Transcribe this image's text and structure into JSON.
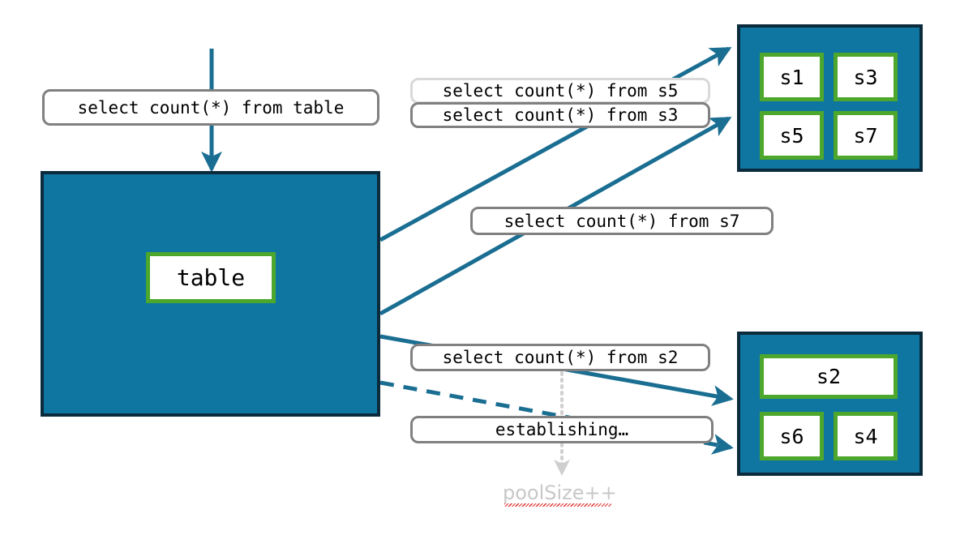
{
  "diagram": {
    "title": "database shard connection pool query routing",
    "colors": {
      "pool_fill": "#0e76a0",
      "pool_border": "#0b2b3c",
      "shard_border": "#4ca72c",
      "label_border": "#808080",
      "label_border_light": "#d9d9d9",
      "arrow": "#1a6e92",
      "dotted_arrow": "#d0d0d0",
      "faded_text": "#c8c8c8",
      "spellcheck_underline": "#e03030"
    }
  },
  "source_query": {
    "label": "select count(*) from table"
  },
  "table_pool": {
    "shard_label": "table"
  },
  "queries": [
    {
      "id": "q-s5",
      "label": "select count(*) from s5",
      "style": "light"
    },
    {
      "id": "q-s3",
      "label": "select count(*) from s3",
      "style": "normal"
    },
    {
      "id": "q-s7",
      "label": "select count(*) from s7",
      "style": "normal"
    },
    {
      "id": "q-s2",
      "label": "select count(*) from s2",
      "style": "normal"
    },
    {
      "id": "q-est",
      "label": "establishing…",
      "style": "normal"
    }
  ],
  "pool_top": {
    "shards": [
      {
        "label": "s1"
      },
      {
        "label": "s3"
      },
      {
        "label": "s5"
      },
      {
        "label": "s7"
      }
    ]
  },
  "pool_bottom": {
    "shards": [
      {
        "label": "s2"
      },
      {
        "label": "s6"
      },
      {
        "label": "s4"
      }
    ]
  },
  "annotation": {
    "pool_size": "poolSize++"
  }
}
